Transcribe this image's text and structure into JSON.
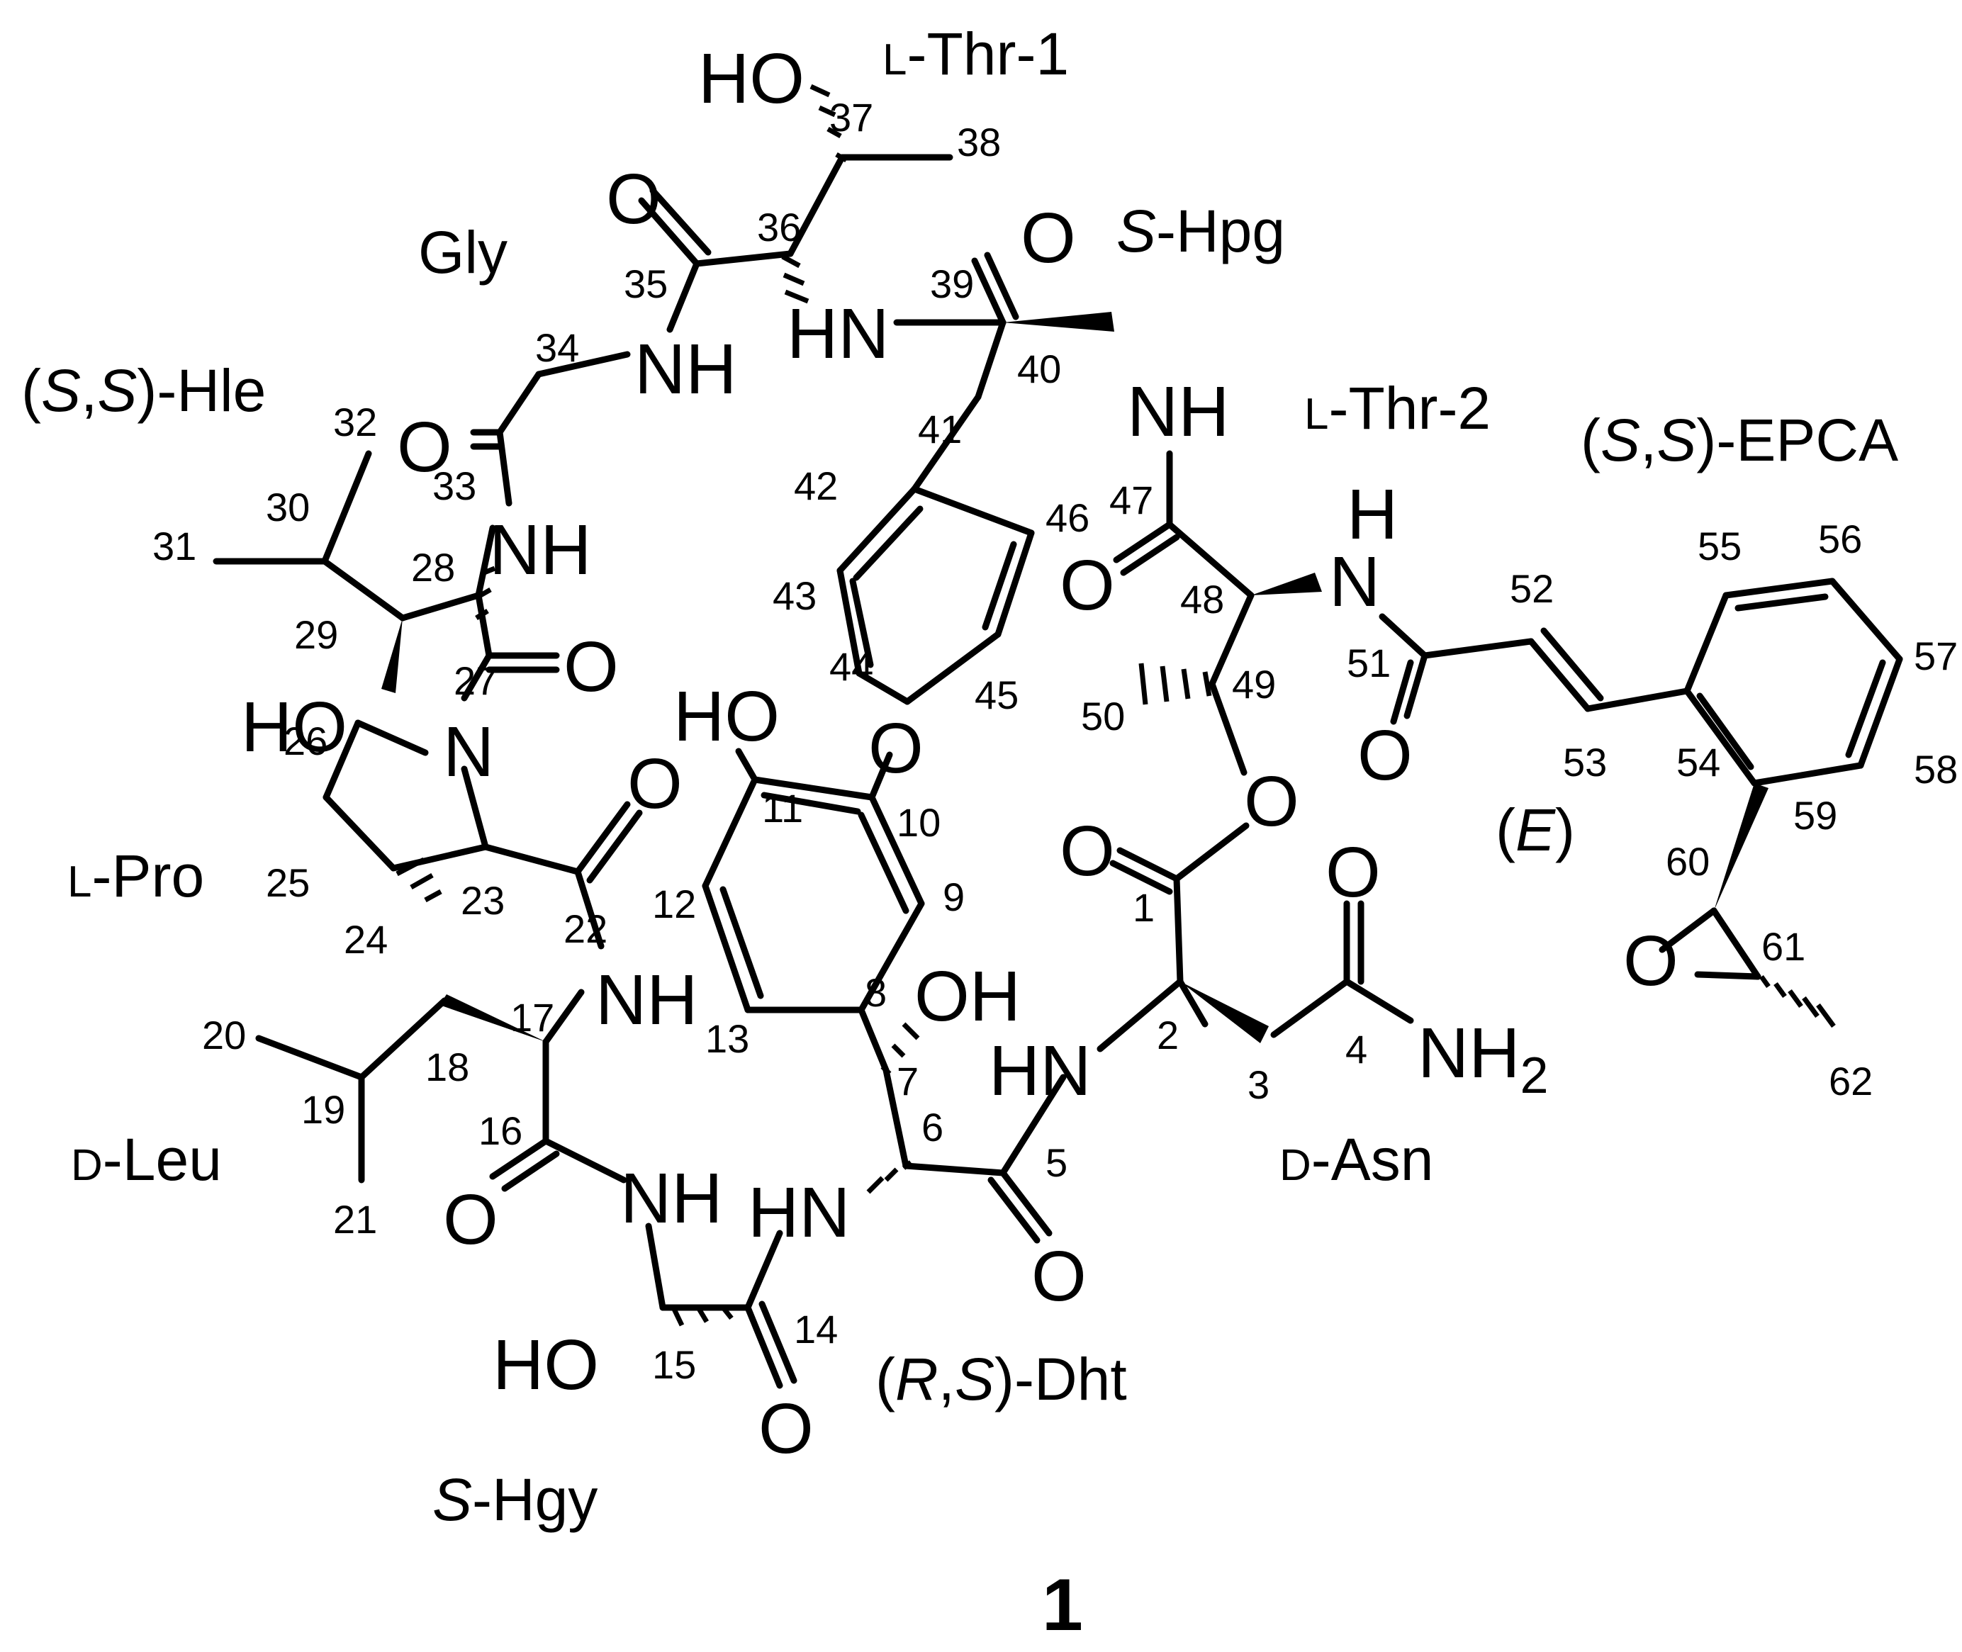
{
  "compound_label": "1",
  "residues": [
    {
      "id": "thr1",
      "prefix": "L",
      "name": "-Thr-1"
    },
    {
      "id": "hpg",
      "stereo": "S",
      "name": "-Hpg"
    },
    {
      "id": "gly",
      "name": "Gly"
    },
    {
      "id": "hle",
      "open": "(",
      "s1": "S",
      "comma": ",",
      "s2": "S",
      "close": ")",
      "name": "-Hle"
    },
    {
      "id": "thr2",
      "prefix": "L",
      "name": "-Thr-2"
    },
    {
      "id": "epca",
      "open": "(",
      "s1": "S",
      "comma": ",",
      "s2": "S",
      "close": ")",
      "name": "-EPCA"
    },
    {
      "id": "pro",
      "prefix": "L",
      "name": "-Pro"
    },
    {
      "id": "e",
      "open": "(",
      "s1": "E",
      "close": ")"
    },
    {
      "id": "leu",
      "prefix": "D",
      "name": "-Leu"
    },
    {
      "id": "asn",
      "prefix": "D",
      "name": "-Asn"
    },
    {
      "id": "dht",
      "open": "(",
      "s1": "R",
      "comma": ",",
      "s2": "S",
      "close": ")",
      "name": "-Dht"
    },
    {
      "id": "hgy",
      "stereo": "S",
      "name": "-Hgy"
    }
  ],
  "atom_labels": {
    "ho37": "HO",
    "o35": "O",
    "o39": "O",
    "hn36": "HN",
    "nh35": "NH",
    "nh40": "NH",
    "o33": "O",
    "nh28": "NH",
    "ho29": "HO",
    "o27": "O",
    "n26": "N",
    "o22": "O",
    "nh17": "NH",
    "nh16": "NH",
    "o16": "O",
    "hn6": "HN",
    "o5": "O",
    "ho15": "HO",
    "o14": "O",
    "ho11": "HO",
    "o10": "O",
    "oh7": "OH",
    "o47": "O",
    "h51": "H",
    "n51": "N",
    "o51": "O",
    "o49": "O",
    "o1": "O",
    "hn2": "HN",
    "o4": "O",
    "nh2": "NH",
    "nh2_sub": "2",
    "o60": "O"
  },
  "locants": [
    "1",
    "2",
    "3",
    "4",
    "5",
    "6",
    "7",
    "8",
    "9",
    "10",
    "11",
    "12",
    "13",
    "14",
    "15",
    "16",
    "17",
    "18",
    "19",
    "20",
    "21",
    "22",
    "23",
    "24",
    "25",
    "26",
    "27",
    "28",
    "29",
    "30",
    "31",
    "32",
    "33",
    "34",
    "35",
    "36",
    "37",
    "38",
    "39",
    "40",
    "41",
    "42",
    "43",
    "44",
    "45",
    "46",
    "47",
    "48",
    "49",
    "50",
    "51",
    "52",
    "53",
    "54",
    "55",
    "56",
    "57",
    "58",
    "59",
    "60",
    "61",
    "62"
  ]
}
